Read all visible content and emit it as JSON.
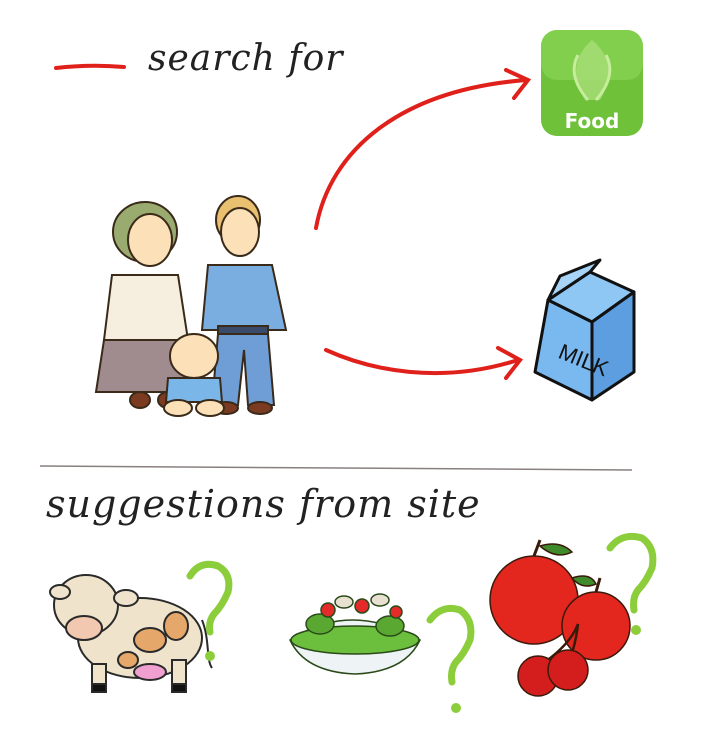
{
  "legend": {
    "label": "search for",
    "line_color": "#e0201a"
  },
  "section": {
    "title": "suggestions from site"
  },
  "searched_items": [
    {
      "name": "food-app-icon",
      "label": "Food",
      "color": "#6fc13a"
    },
    {
      "name": "milk-carton",
      "label": "MILK",
      "color": "#7ab8f0"
    }
  ],
  "suggested_items": [
    {
      "name": "cow-icon"
    },
    {
      "name": "salad-icon"
    },
    {
      "name": "cherries-apples-icon"
    }
  ],
  "colors": {
    "arrow": "#e0201a",
    "question_mark": "#8ccd3c",
    "divider": "#8a7f7f"
  }
}
